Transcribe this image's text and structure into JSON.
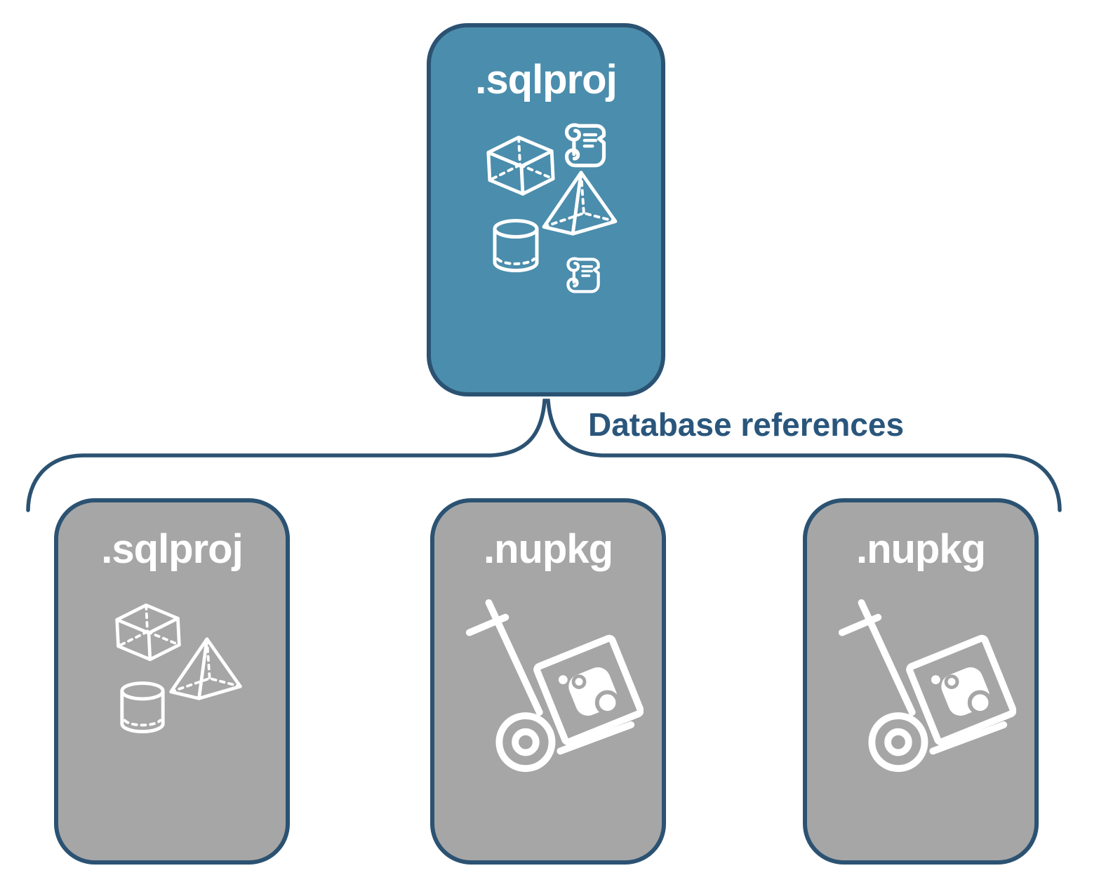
{
  "diagram": {
    "connector_label": "Database references",
    "root_card": {
      "label": ".sqlproj",
      "icons": [
        "script-scroll",
        "cube",
        "pyramid",
        "database-cylinder",
        "script-scroll"
      ]
    },
    "child_cards": [
      {
        "label": ".sqlproj",
        "icons": [
          "cube",
          "pyramid",
          "database-cylinder"
        ]
      },
      {
        "label": ".nupkg",
        "icons": [
          "nuget-package-hand-truck"
        ]
      },
      {
        "label": ".nupkg",
        "icons": [
          "nuget-package-hand-truck"
        ]
      }
    ],
    "colors": {
      "root_fill": "#4b8dac",
      "child_fill": "#a6a6a6",
      "border": "#2b5272",
      "connector": "#2b5272",
      "label_text": "#2a567c",
      "icon": "#ffffff"
    }
  }
}
